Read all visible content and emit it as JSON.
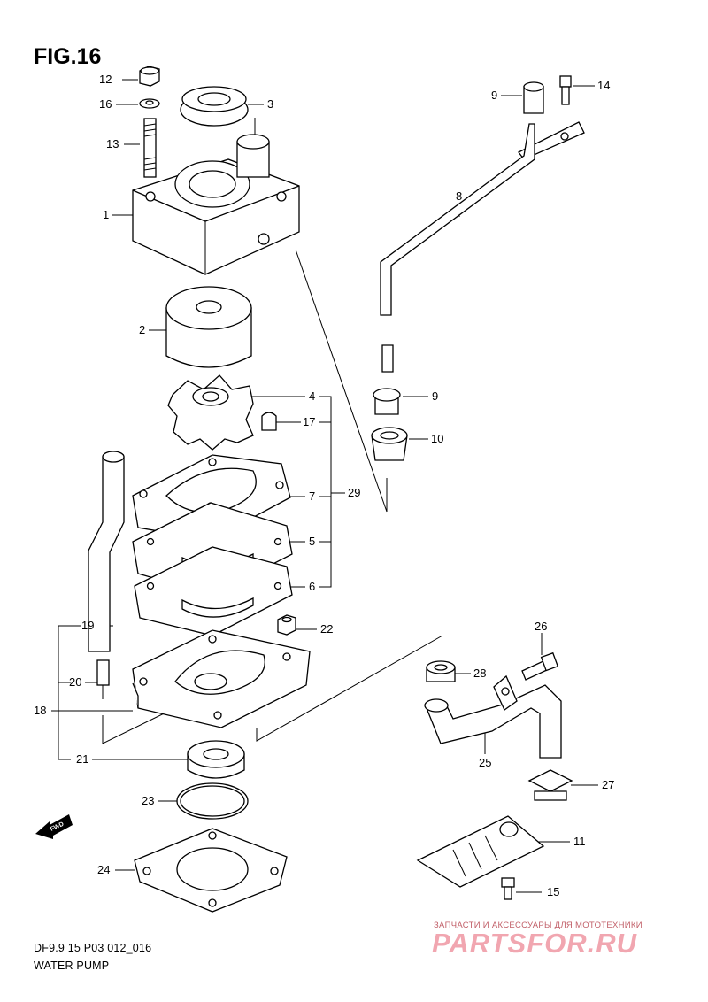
{
  "figure": {
    "title": "FIG.16",
    "code": "DF9.9 15 P03 012_016",
    "name": "WATER PUMP",
    "direction_badge": "FWD"
  },
  "watermark": {
    "tagline": "ЗАПЧАСТИ И АКСЕССУАРЫ ДЛЯ МОТОТЕХНИКИ",
    "brand": "PARTSFOR.RU"
  },
  "callouts": {
    "c1": "1",
    "c2": "2",
    "c3": "3",
    "c4": "4",
    "c5": "5",
    "c6": "6",
    "c7": "7",
    "c8": "8",
    "c9a": "9",
    "c9b": "9",
    "c10": "10",
    "c11": "11",
    "c12": "12",
    "c13": "13",
    "c14": "14",
    "c15": "15",
    "c16": "16",
    "c17": "17",
    "c18": "18",
    "c19": "19",
    "c20": "20",
    "c21": "21",
    "c22": "22",
    "c23": "23",
    "c24": "24",
    "c25": "25",
    "c26": "26",
    "c27": "27",
    "c28": "28",
    "c29": "29"
  }
}
